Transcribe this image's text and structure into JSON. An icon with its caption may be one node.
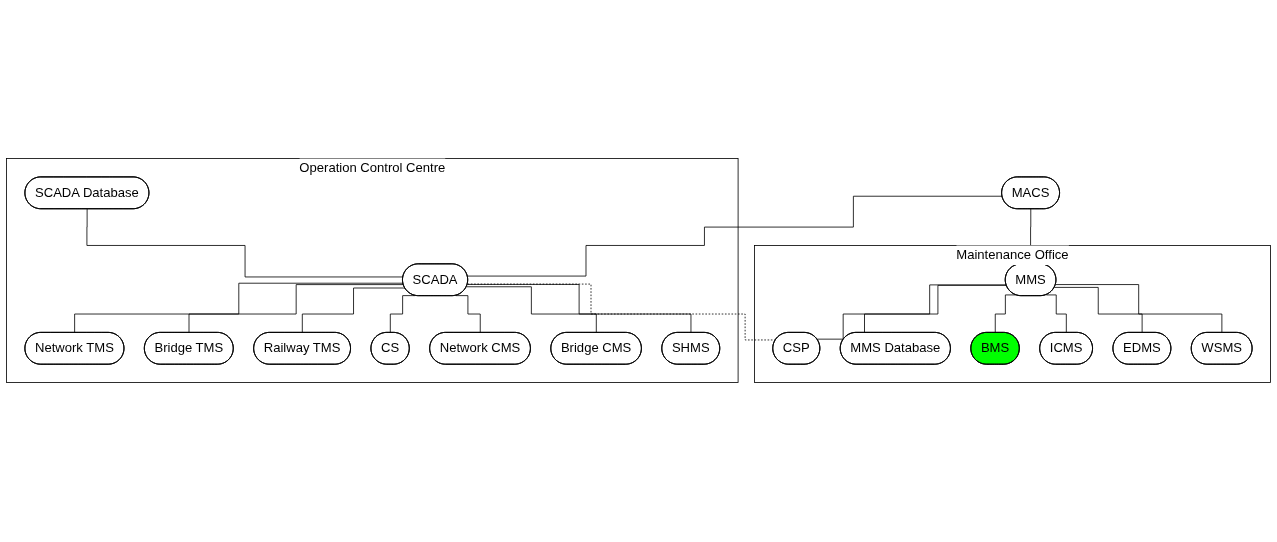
{
  "diagram": {
    "nodes": [
      {
        "text": [
          "MACS"
        ]
      },
      {
        "text": [
          "Operation Control Centre"
        ]
      },
      {
        "text": [
          "SCADA Database"
        ],
        "in": 1
      },
      {
        "text": [
          "SCADA"
        ],
        "in": 1
      },
      {
        "text": [
          "Network TMS"
        ],
        "in": 1
      },
      {
        "text": [
          "Railway TMS"
        ],
        "in": 1
      },
      {
        "text": [
          "Network CMS"
        ],
        "in": 1
      },
      {
        "text": [
          "SHMS"
        ],
        "in": 1
      },
      {
        "text": [
          "Bridge TMS"
        ],
        "in": 1
      },
      {
        "text": [
          "CS"
        ],
        "in": 1
      },
      {
        "text": [
          "Bridge CMS"
        ],
        "in": 1
      },
      {
        "text": [
          "Maintenance Office"
        ]
      },
      {
        "text": [
          "MMS"
        ],
        "in": 11
      },
      {
        "text": [
          "MMS Database"
        ],
        "in": 11
      },
      {
        "text": [
          "CSP"
        ],
        "in": 11
      },
      {
        "text": [
          "ICMS"
        ],
        "in": 11
      },
      {
        "text": [
          "WSMS"
        ],
        "in": 11
      },
      {
        "text": [
          "BMS"
        ],
        "in": 11
      },
      {
        "text": [
          "EDMS"
        ],
        "in": 11
      }
    ],
    "edges": [
      {
        "from": 0,
        "to": 3,
        "arrow": "none"
      },
      {
        "from": 0,
        "to": 12,
        "arrow": "none"
      },
      {
        "from": 2,
        "to": 3,
        "arrow": "none"
      },
      {
        "from": 3,
        "to": 4,
        "arrow": "none"
      },
      {
        "from": 3,
        "to": 8,
        "arrow": "none"
      },
      {
        "from": 3,
        "to": 5,
        "arrow": "none"
      },
      {
        "from": 3,
        "to": 9,
        "arrow": "none"
      },
      {
        "from": 3,
        "to": 6,
        "arrow": "none"
      },
      {
        "from": 3,
        "to": 10,
        "arrow": "none"
      },
      {
        "from": 3,
        "to": 7,
        "arrow": "none"
      },
      {
        "from": 3,
        "to": 14,
        "arrow": "none",
        "style": "dashed"
      },
      {
        "from": 12,
        "to": 13,
        "arrow": "none"
      },
      {
        "from": 12,
        "to": 14,
        "arrow": "none"
      },
      {
        "from": 12,
        "to": 17,
        "arrow": "none"
      },
      {
        "from": 12,
        "to": 15,
        "arrow": "none"
      },
      {
        "from": 12,
        "to": 18,
        "arrow": "none"
      },
      {
        "from": 12,
        "to": 16,
        "arrow": "none"
      }
    ]
  }
}
